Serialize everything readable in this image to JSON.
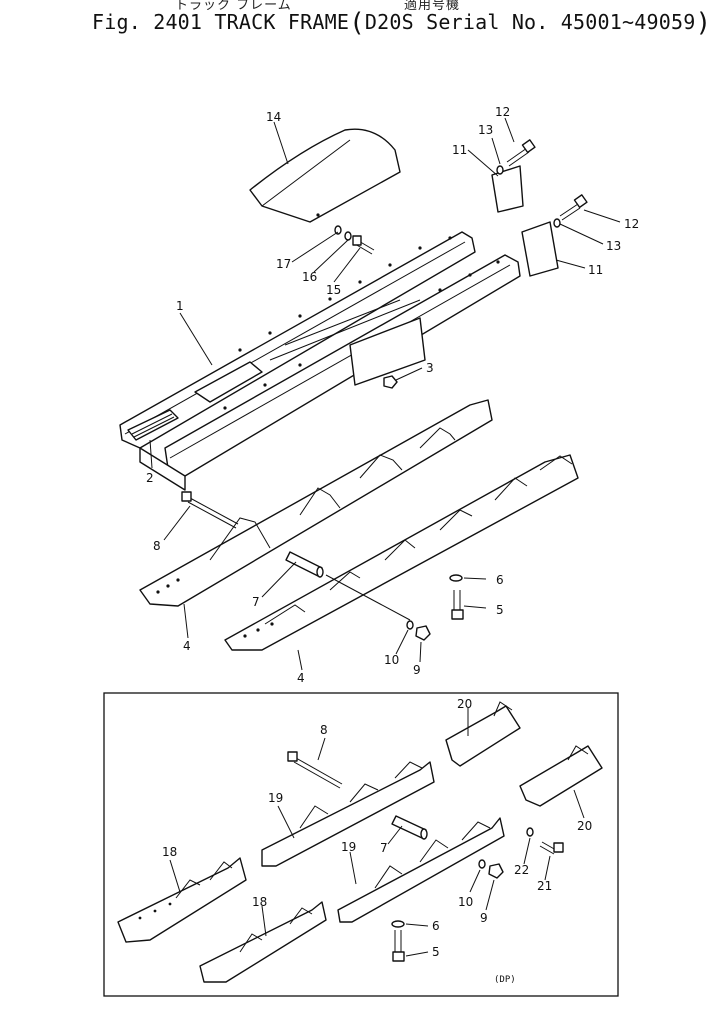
{
  "header": {
    "jp_left": "トラック フレーム",
    "jp_right": "適用号機",
    "title": "Fig. 2401 TRACK FRAME",
    "serial": "D20S Serial No. 45001~49059"
  },
  "callouts": {
    "c1": "1",
    "c2": "2",
    "c3": "3",
    "c4a": "4",
    "c4b": "4",
    "c5a": "5",
    "c6a": "6",
    "c7a": "7",
    "c8a": "8",
    "c9a": "9",
    "c10a": "10",
    "c11a": "11",
    "c11b": "11",
    "c12a": "12",
    "c12b": "12",
    "c13a": "13",
    "c13b": "13",
    "c14": "14",
    "c15": "15",
    "c16": "16",
    "c17": "17",
    "c5b": "5",
    "c6b": "6",
    "c7b": "7",
    "c8b": "8",
    "c9b": "9",
    "c10b": "10",
    "c18a": "18",
    "c18b": "18",
    "c19a": "19",
    "c19b": "19",
    "c20a": "20",
    "c20b": "20",
    "c21": "21",
    "c22": "22"
  },
  "inset": {
    "code": "(DP)"
  }
}
